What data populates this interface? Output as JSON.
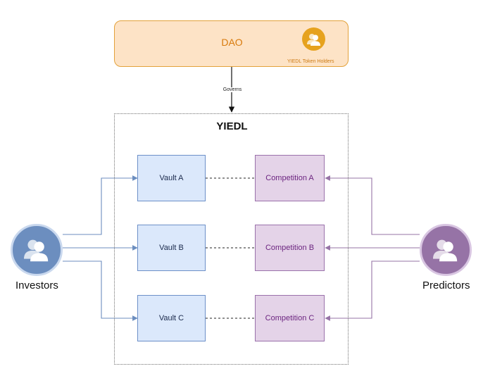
{
  "dao": {
    "title": "DAO",
    "subtitle": "YIEDL Token Holders",
    "icon": "users-icon"
  },
  "governs_label": "Governs",
  "yiedl": {
    "title": "YIEDL"
  },
  "vaults": [
    {
      "label": "Vault A"
    },
    {
      "label": "Vault B"
    },
    {
      "label": "Vault C"
    }
  ],
  "competitions": [
    {
      "label": "Competition A"
    },
    {
      "label": "Competition B"
    },
    {
      "label": "Competition C"
    }
  ],
  "actors": {
    "investors": {
      "label": "Investors",
      "icon": "users-icon"
    },
    "predictors": {
      "label": "Predictors",
      "icon": "users-icon"
    }
  },
  "colors": {
    "dao_fill": "#fde3c6",
    "dao_border": "#e3a23b",
    "dao_text": "#d87a0c",
    "dao_icon": "#e6a21e",
    "vault_fill": "#dbe8fb",
    "vault_border": "#6d90c8",
    "competition_fill": "#e4d3e8",
    "competition_border": "#9a71ab",
    "investor_color": "#6c8ebf",
    "predictor_color": "#9673a6"
  }
}
